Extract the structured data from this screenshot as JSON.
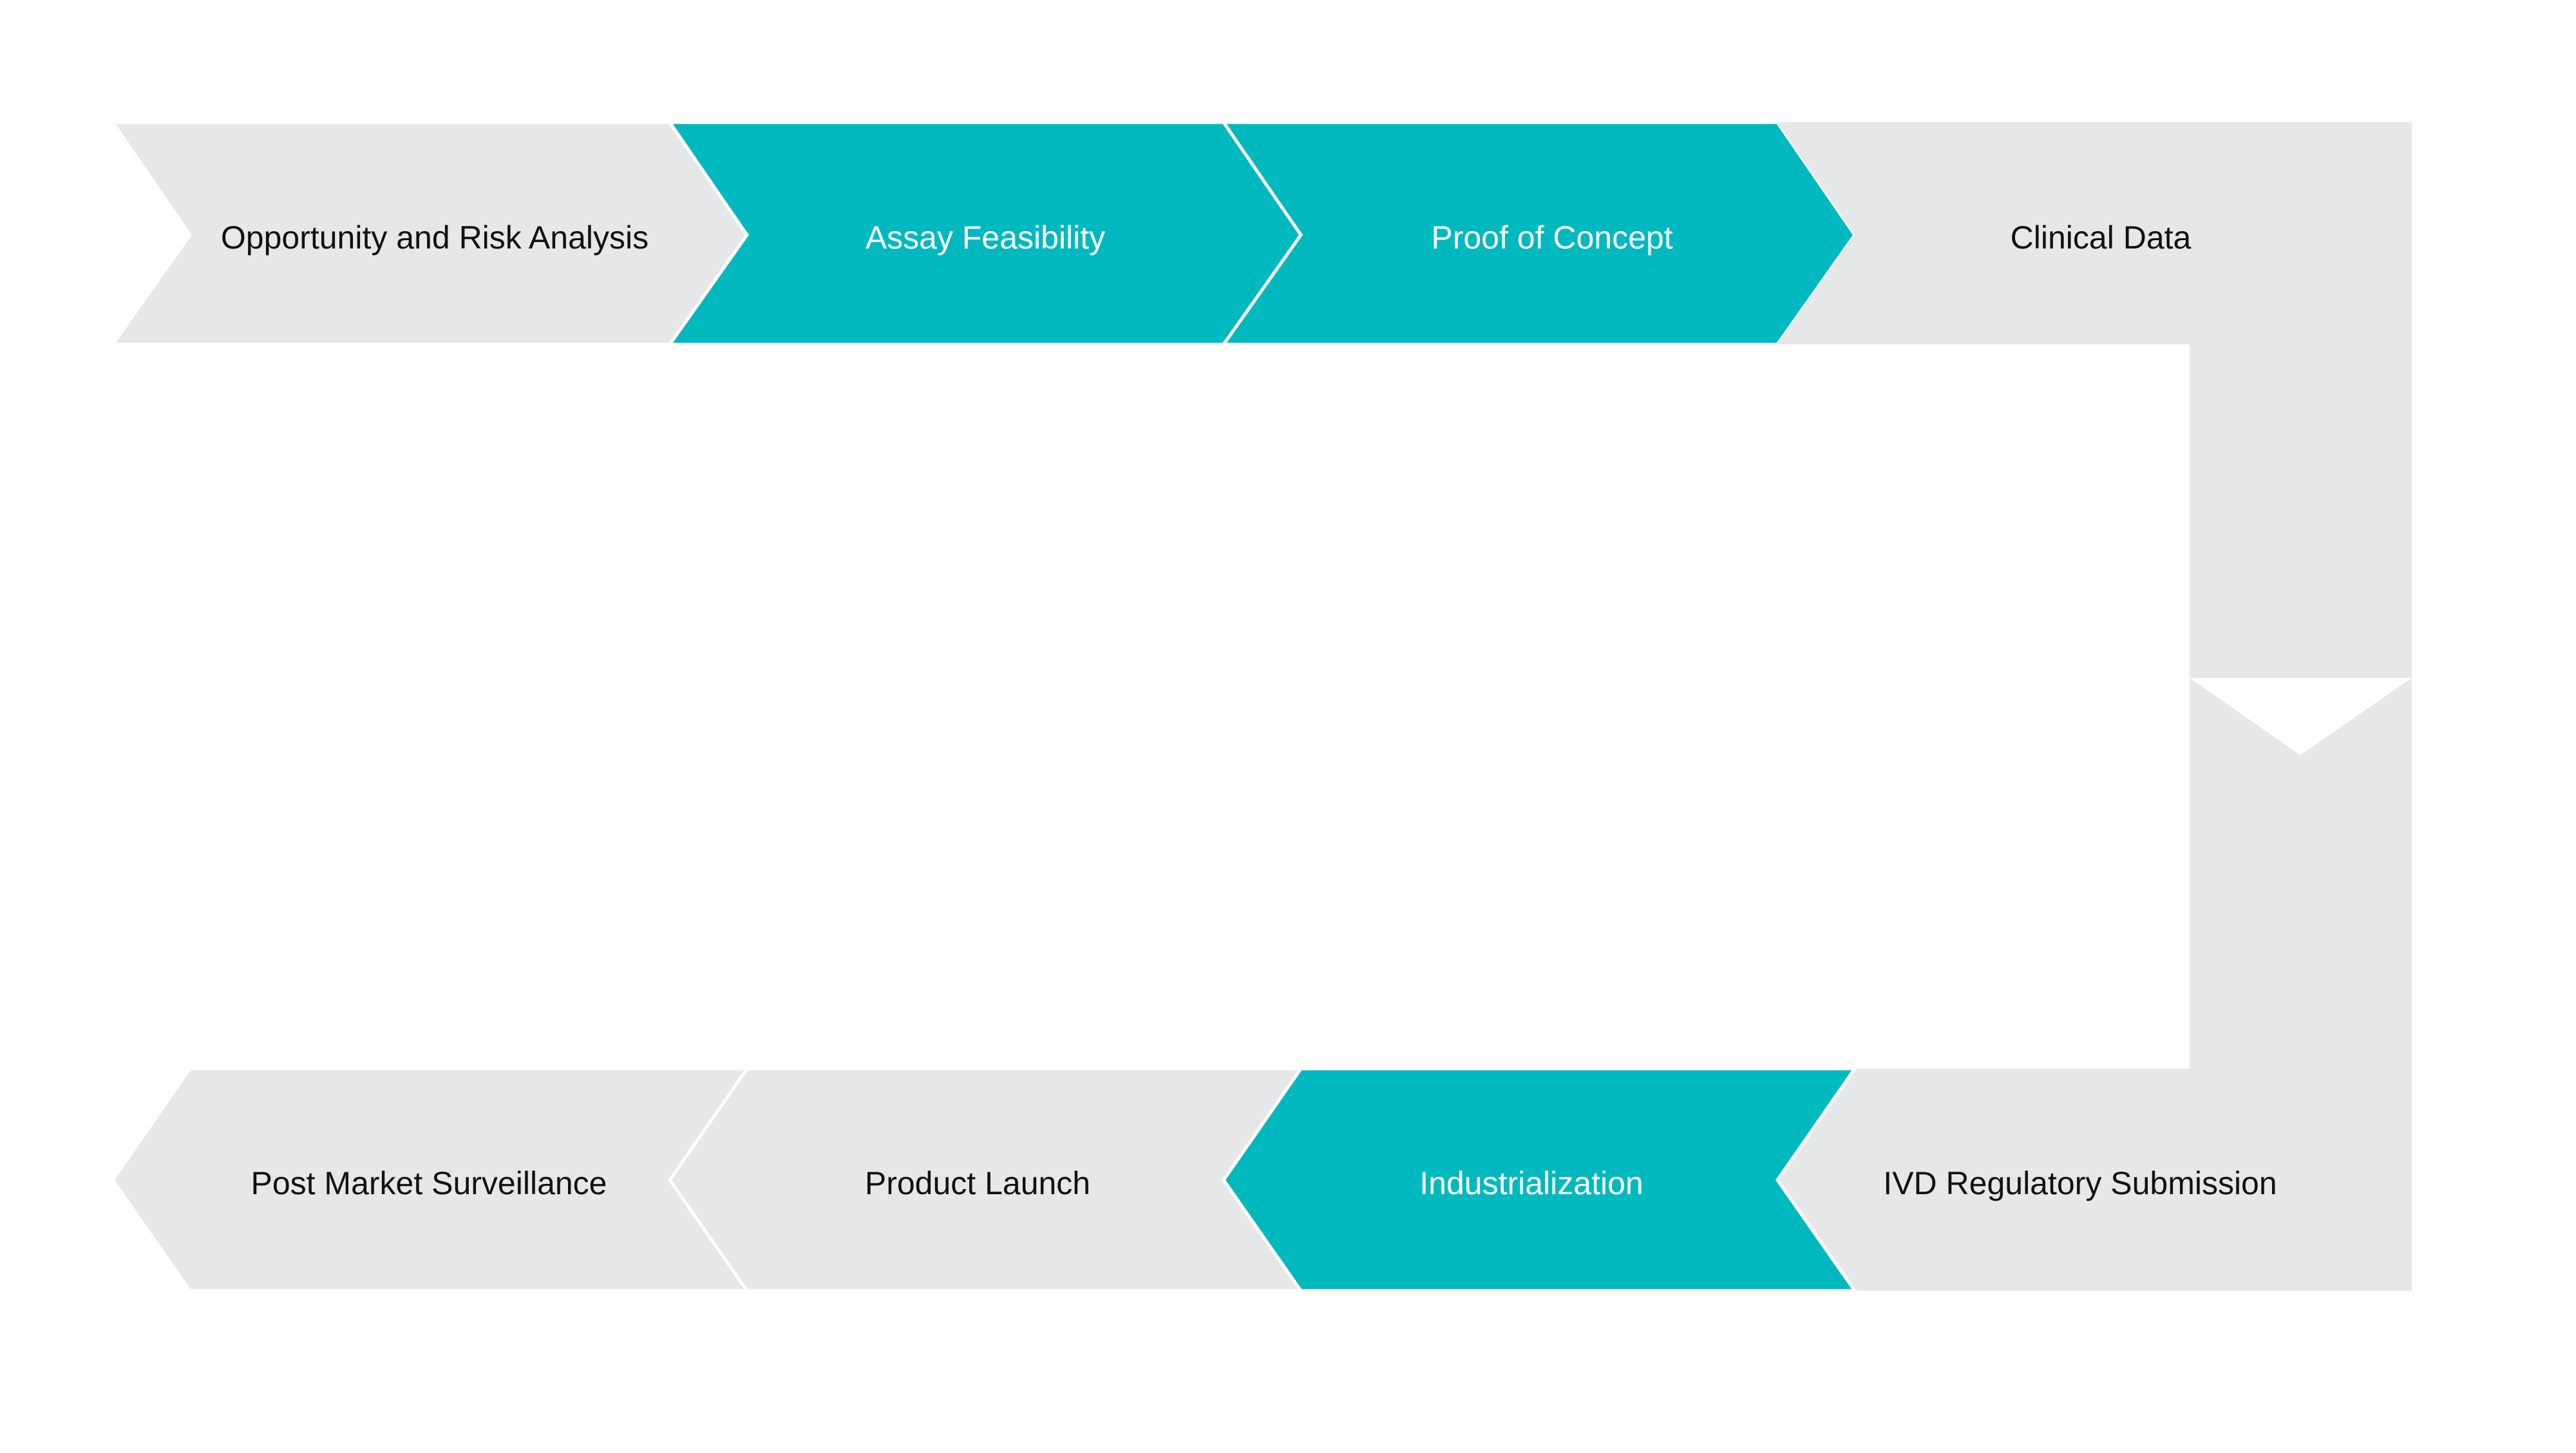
{
  "colors": {
    "background": "#ffffff",
    "neutral_fill": "#e6e7e9",
    "highlight_fill": "#00b9bf",
    "neutral_text": "#111111",
    "highlight_text": "#ffffff",
    "divider": "#ffffff"
  },
  "steps": [
    {
      "label": "Opportunity and Risk Analysis",
      "highlighted": false
    },
    {
      "label": "Assay Feasibility",
      "highlighted": true
    },
    {
      "label": "Proof of Concept",
      "highlighted": true
    },
    {
      "label": "Clinical Data",
      "highlighted": false
    },
    {
      "label": "IVD Regulatory Submission",
      "highlighted": false
    },
    {
      "label": "Industrialization",
      "highlighted": true
    },
    {
      "label": "Product Launch",
      "highlighted": false
    },
    {
      "label": "Post Market Surveillance",
      "highlighted": false
    }
  ]
}
